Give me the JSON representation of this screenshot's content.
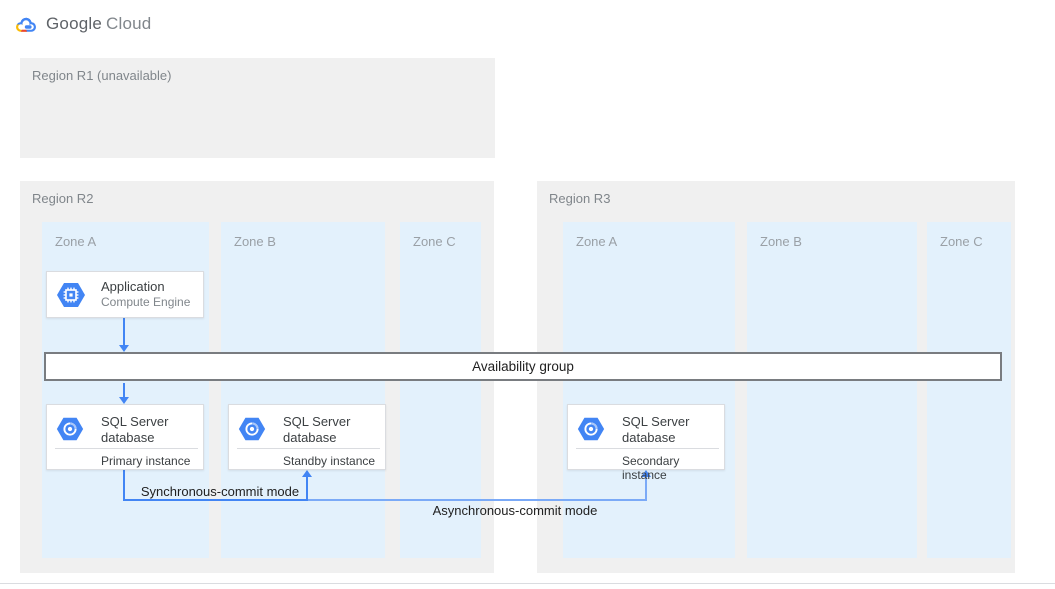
{
  "brand": {
    "google": "Google",
    "cloud": "Cloud"
  },
  "regions": {
    "r1": {
      "label": "Region R1 (unavailable)"
    },
    "r2": {
      "label": "Region R2",
      "zones": {
        "a": "Zone A",
        "b": "Zone B",
        "c": "Zone C"
      }
    },
    "r3": {
      "label": "Region R3",
      "zones": {
        "a": "Zone A",
        "b": "Zone B",
        "c": "Zone C"
      }
    }
  },
  "availability_group": {
    "label": "Availability group"
  },
  "cards": {
    "application": {
      "title": "Application",
      "subtitle": "Compute Engine"
    },
    "primary_db": {
      "title": "SQL Server database",
      "instance": "Primary instance"
    },
    "standby_db": {
      "title": "SQL Server database",
      "instance": "Standby instance"
    },
    "secondary_db": {
      "title": "SQL Server database",
      "instance": "Secondary instance"
    }
  },
  "connections": {
    "sync_label": "Synchronous-commit mode",
    "async_label": "Asynchronous-commit mode"
  },
  "icons": {
    "brand": "google-cloud-logo",
    "application": "compute-engine-icon",
    "database": "cloud-sql-hexagon-icon"
  },
  "colors": {
    "accent_blue": "#4285F4",
    "light_arrow_blue": "#7BAAF7",
    "zone_bg": "#E3F1FC",
    "region_bg": "#F0F0F0",
    "card_border": "#DADCE0",
    "bar_border": "#797C80",
    "muted_text": "#9AA0A6",
    "dark_text": "#212121"
  }
}
